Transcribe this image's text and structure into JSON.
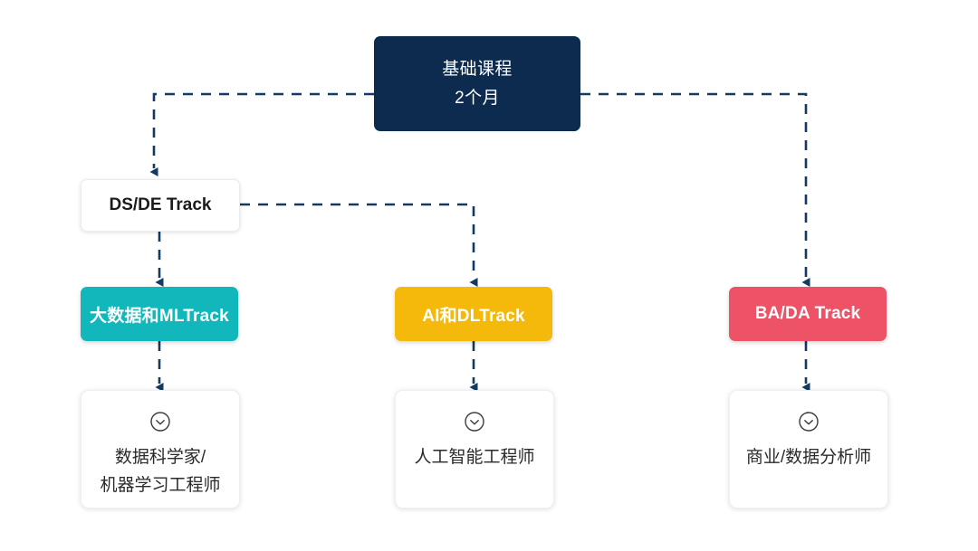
{
  "diagram": {
    "type": "flowchart",
    "background_color": "#ffffff",
    "connector_color": "#123a63",
    "connector_style": "dashed-with-arrowhead"
  },
  "root": {
    "line1": "基础课程",
    "line2": "2个月",
    "color": "#0c2b4e",
    "text_color": "#ffffff"
  },
  "tracks": {
    "ds_de": {
      "label": "DS/DE Track",
      "color": "#ffffff",
      "text_color": "#1b1b1b"
    },
    "bigdata_ml": {
      "label": "大数据和MLTrack",
      "color": "#11b7ba",
      "text_color": "#ffffff"
    },
    "ai_dl": {
      "label": "AI和DLTrack",
      "color": "#f5b90b",
      "text_color": "#ffffff"
    },
    "ba_da": {
      "label": "BA/DA Track",
      "color": "#ee5266",
      "text_color": "#ffffff"
    }
  },
  "outcomes": [
    {
      "icon": "check-circle-icon",
      "line1": "数据科学家/",
      "line2": "机器学习工程师"
    },
    {
      "icon": "check-circle-icon",
      "line1": "人工智能工程师",
      "line2": ""
    },
    {
      "icon": "check-circle-icon",
      "line1": "商业/数据分析师",
      "line2": ""
    }
  ]
}
